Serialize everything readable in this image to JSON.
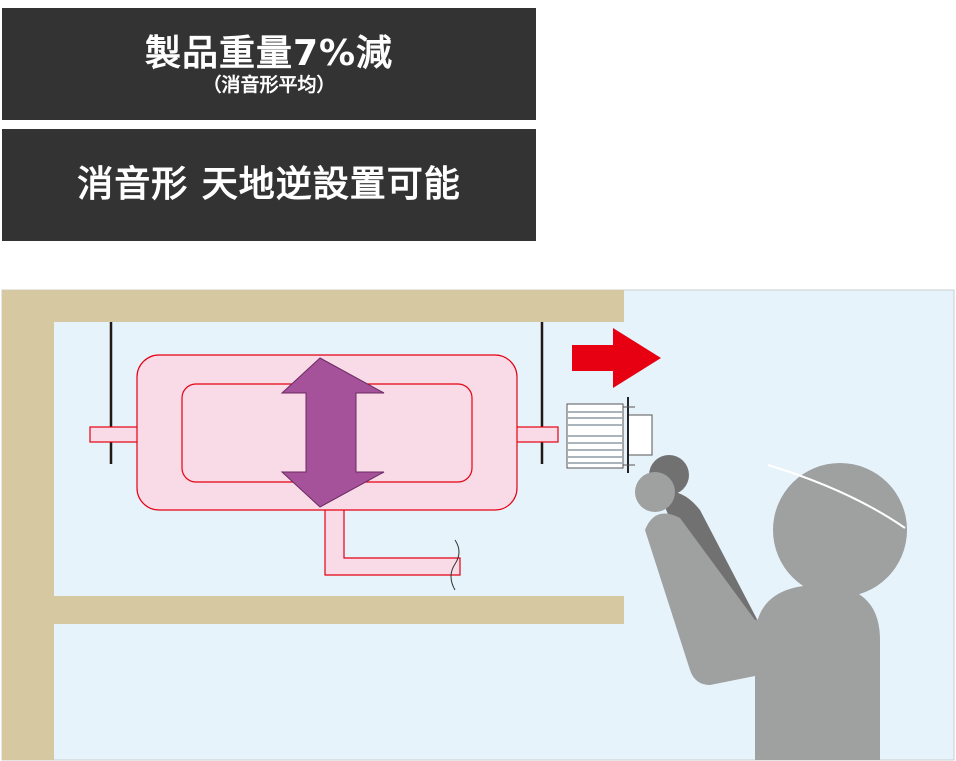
{
  "banners": [
    {
      "title": "製品重量7%減",
      "subtitle": "（消音形平均）"
    },
    {
      "title": "消音形 天地逆設置可能"
    }
  ],
  "colors": {
    "banner_bg": "#333333",
    "wall": "#d6c9a1",
    "room": "#e6f3fb",
    "unit_fill": "#f8dbe6",
    "unit_stroke": "#e60012",
    "arrow_purple": "#a5529a",
    "arrow_red": "#e60012",
    "person": "#999999"
  }
}
